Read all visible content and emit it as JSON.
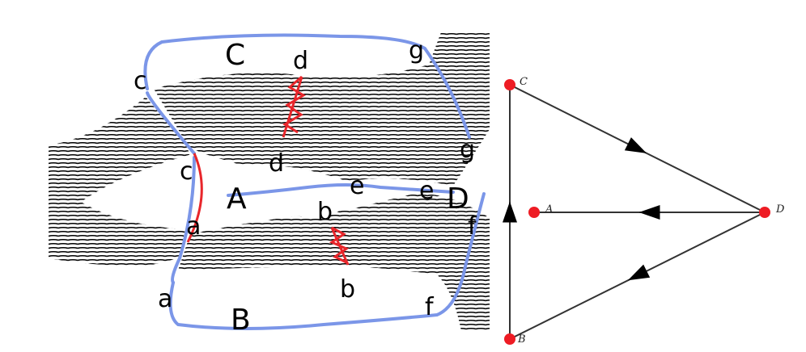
{
  "map": {
    "land_labels": [
      "C",
      "A",
      "D",
      "B"
    ],
    "bridge_labels": {
      "c_top": "c",
      "c_bottom": "c",
      "d_top": "d",
      "d_bottom": "d",
      "g_top": "g",
      "g_bottom": "g",
      "e_left": "e",
      "e_right": "e",
      "a_top": "a",
      "a_bottom": "a",
      "b_top": "b",
      "b_bottom": "b",
      "f_top": "f",
      "f_bottom": "f"
    },
    "colors": {
      "path": "#7b96e8",
      "bridge_marks": "#e8262b",
      "river": "#000000"
    }
  },
  "graph": {
    "nodes": [
      {
        "id": "C",
        "label": "C"
      },
      {
        "id": "A",
        "label": "A"
      },
      {
        "id": "D",
        "label": "D"
      },
      {
        "id": "B",
        "label": "B"
      }
    ],
    "edges": [
      {
        "from": "C",
        "to": "D",
        "directed": true
      },
      {
        "from": "D",
        "to": "A",
        "directed": true
      },
      {
        "from": "D",
        "to": "B",
        "directed": true
      },
      {
        "from": "B",
        "to": "C",
        "directed": true
      }
    ],
    "colors": {
      "node": "#ee1c24",
      "edge": "#333333",
      "arrow": "#000000"
    }
  }
}
